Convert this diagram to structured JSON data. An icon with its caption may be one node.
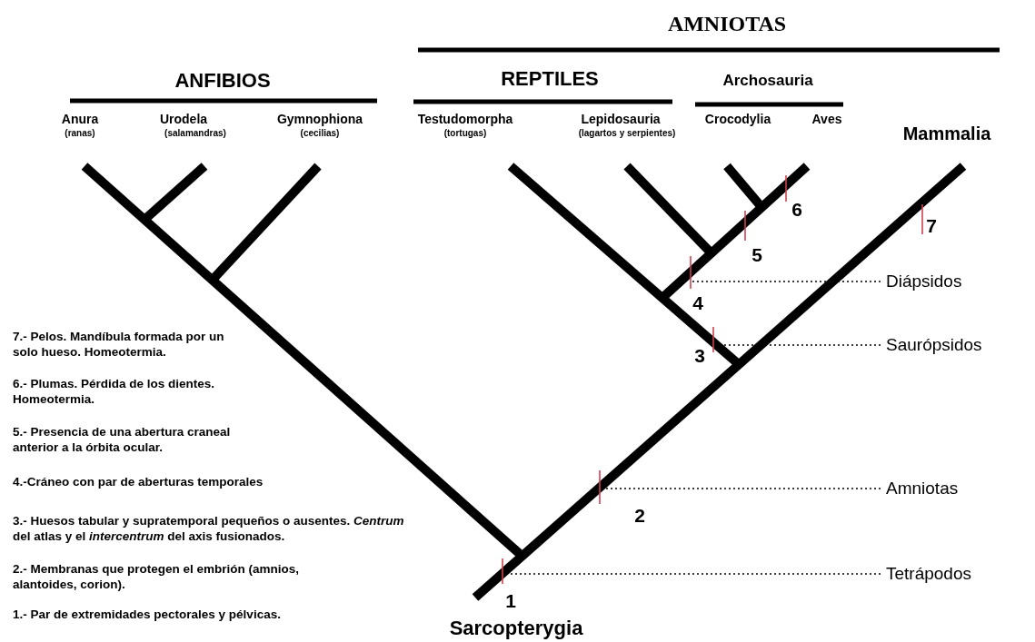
{
  "diagram": {
    "nodes": [
      {
        "text": [
          "Diápsidos"
        ]
      },
      {
        "text": [
          "Saurópsidos"
        ]
      },
      {
        "text": [
          "Amniotas"
        ]
      },
      {
        "text": [
          "Tetrápodos"
        ]
      }
    ],
    "edges": [
      {
        "from": 0,
        "to": null,
        "arrow": "none",
        "style": "dashed"
      },
      {
        "from": 1,
        "to": null,
        "arrow": "none",
        "style": "dashed"
      },
      {
        "from": 2,
        "to": null,
        "arrow": "none",
        "style": "dashed"
      },
      {
        "from": 3,
        "to": null,
        "arrow": "none",
        "style": "dashed"
      }
    ],
    "labels": [
      "AMNIOTAS",
      "ANFIBIOS",
      "REPTILES",
      "Archosauria",
      "Anura",
      "(ranas)",
      "Urodela",
      "(salamandras)",
      "Gymnophiona",
      "(cecilias)",
      "Testudomorpha",
      "(tortugas)",
      "Lepidosauria",
      "(lagartos y serpientes)",
      "Crocodylia",
      "Aves",
      "Mammalia",
      "6",
      "5",
      "7",
      "4",
      "7.- Pelos. Mandíbula formada por un solo hueso. Homeotermia.",
      "6.- Plumas. Pérdida de los dientes. Homeotermia.",
      "5.- Presencia de una abertura craneal anterior a la órbita ocular.",
      "4.-Cráneo con par de aberturas temporales",
      "3.- Huesos tabular y supratemporal pequeños o ausentes. *Centrum* del atlas y el *intercentrum* del axis fusionados.",
      "3",
      "2.- Membranas que protegen el embrión (amnios, alantoides, corion).",
      "2",
      "1",
      "1.- Par de extremidades pectorales y pélvicas.",
      "Sarcopterygia"
    ]
  }
}
